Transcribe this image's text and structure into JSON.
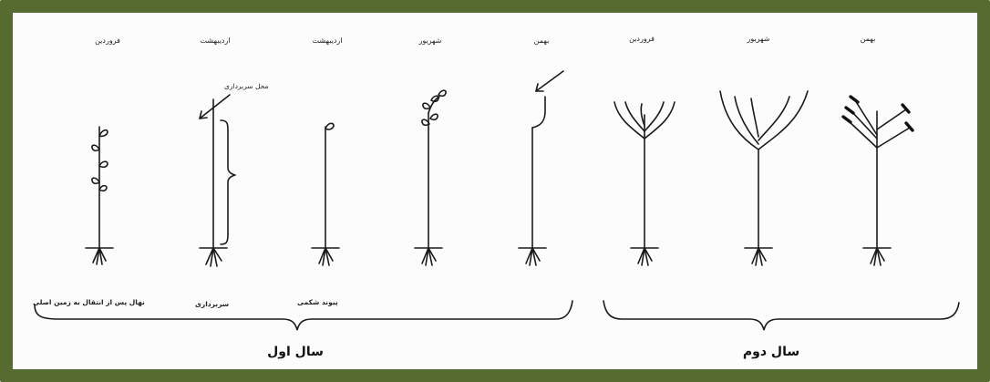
{
  "months": [
    {
      "id": "m1",
      "text": "فروردین"
    },
    {
      "id": "m2",
      "text": "اردیبهشت"
    },
    {
      "id": "m3",
      "text": "اردیبهشت"
    },
    {
      "id": "m4",
      "text": "شهریور"
    },
    {
      "id": "m5",
      "text": "بهمن"
    },
    {
      "id": "m6",
      "text": "فروردین"
    },
    {
      "id": "m7",
      "text": "شهریور"
    },
    {
      "id": "m8",
      "text": "بهمن"
    }
  ],
  "labels": {
    "prune_site": "محل سربرداری",
    "caption_transplant": "نهال پس از انتقال به زمین اصلی",
    "caption_topping": "سربرداری",
    "caption_graft": "پیوند شکمی"
  },
  "years": {
    "first": "سال اول",
    "second": "سال دوم"
  },
  "colors": {
    "frame": "#556b2f",
    "ink": "#1a1a1a",
    "background": "#fcfcfc"
  }
}
